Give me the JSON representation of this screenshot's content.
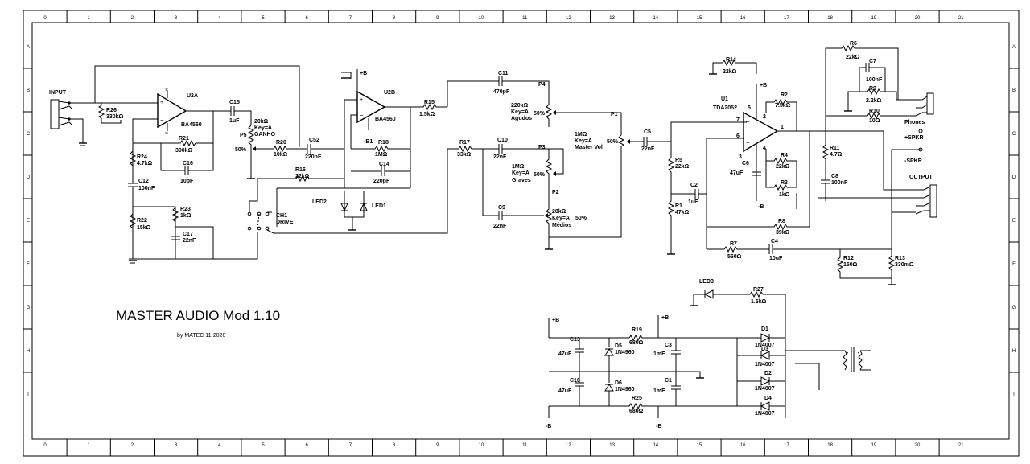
{
  "frame": {
    "columns": [
      "0",
      "1",
      "2",
      "3",
      "4",
      "5",
      "6",
      "7",
      "8",
      "9",
      "10",
      "11",
      "12",
      "13",
      "14",
      "15",
      "16",
      "17",
      "18",
      "19",
      "20",
      "21"
    ],
    "rows": [
      "A",
      "B",
      "C",
      "D",
      "E",
      "F",
      "G",
      "H",
      "I"
    ]
  },
  "title": "MASTER AUDIO Mod 1.10",
  "subtitle": "by  MATEC  11-2020",
  "rails": {
    "pos": "+B",
    "neg": "-B",
    "neg1": "-B1"
  },
  "labels": {
    "input": "INPUT",
    "r26": "R26",
    "r26v": "330kΩ",
    "u2a": "U2A",
    "u2a_ic": "BA4560",
    "r21": "R21",
    "r21v": "390kΩ",
    "c16": "C16",
    "c16v": "10pF",
    "r24": "R24",
    "r24v": "4.7kΩ",
    "c12": "C12",
    "c12v": "100nF",
    "r22": "R22",
    "r22v": "15kΩ",
    "r23": "R23",
    "r23v": "1kΩ",
    "c17": "C17",
    "c17v": "22nF",
    "c15": "C15",
    "c15v": "1uF",
    "p5": "P5",
    "p5v": "20kΩ",
    "p5k": "Key=A",
    "p5n": "GANHO",
    "p5p": "50%",
    "r20": "R20",
    "r20v": "10kΩ",
    "c52": "C52",
    "c52v": "220nF",
    "r16": "R16",
    "r16v": "22kΩ",
    "ch1": "CH1",
    "ch1n": "DRIVE",
    "led2": "LED2",
    "led1": "LED1",
    "u2b": "U2B",
    "u2b_ic": "BA4560",
    "r18": "R18",
    "r18v": "1MΩ",
    "c14": "C14",
    "c14v": "220pF",
    "r15": "R15",
    "r15v": "1.5kΩ",
    "r17": "R17",
    "r17v": "33kΩ",
    "c11": "C11",
    "c11v": "470pF",
    "c10": "C10",
    "c10v": "22nF",
    "c9": "C9",
    "c9v": "22nF",
    "p4": "P4",
    "p4v": "220kΩ",
    "p4k": "Key=A",
    "p4n": "Agudos",
    "p4p": "50%",
    "p3": "P3",
    "p3v": "1MΩ",
    "p3k": "Key=A",
    "p3n": "Graves",
    "p3p": "50%",
    "p2": "P2",
    "p2v": "20kΩ",
    "p2k": "Key=A",
    "p2n": "Médios",
    "p2p": "50%",
    "p1": "P1",
    "p1v": "1MΩ",
    "p1k": "Key=A",
    "p1n": "Master Vol",
    "p1p": "50%",
    "c5": "C5",
    "c5v": "22nF",
    "r5": "R5",
    "r5v": "22kΩ",
    "r1": "R1",
    "r1v": "47kΩ",
    "c2": "C2",
    "c2v": "1uF",
    "r14": "R14",
    "r14v": "22kΩ",
    "u1": "U1",
    "u1_ic": "TDA2052",
    "r2": "R2",
    "r2v": "7.5kΩ",
    "c6": "C6",
    "c6v": "47uF",
    "r4": "R4",
    "r4v": "22kΩ",
    "r3": "R3",
    "r3v": "1kΩ",
    "r8": "R8",
    "r8v": "39kΩ",
    "r7": "R7",
    "r7v": "560Ω",
    "c4": "C4",
    "c4v": "10uF",
    "r11": "R11",
    "r11v": "4.7Ω",
    "c8": "C8",
    "c8v": "100nF",
    "r6": "R6",
    "r6v": "22kΩ",
    "c7": "C7",
    "c7v": "100nF",
    "r9": "R9",
    "r9v": "2.2kΩ",
    "r10": "R10",
    "r10v": "10Ω",
    "phones": "Phones",
    "spkp": "+SPKR",
    "spkm": "-SPKR",
    "output": "OUTPUT",
    "r12": "R12",
    "r12v": "150Ω",
    "r13": "R13",
    "r13v": "330mΩ",
    "led3": "LED3",
    "r27": "R27",
    "r27v": "1.5kΩ",
    "c13": "C13",
    "c13v": "47uF",
    "c18": "C18",
    "c18v": "47uF",
    "d5": "D5",
    "d5v": "1N4960",
    "d6": "D6",
    "d6v": "1N4960",
    "r19": "R19",
    "r19v": "680Ω",
    "r25": "R25",
    "r25v": "680Ω",
    "c3": "C3",
    "c3v": "1mF",
    "c1": "C1",
    "c1v": "1mF",
    "d1": "D1",
    "d1v": "1N4007",
    "d3": "D3",
    "d3v": "1N4007",
    "d2": "D2",
    "d2v": "1N4007",
    "d4": "D4",
    "d4v": "1N4007",
    "pin1": "1",
    "pin2": "2",
    "pin3": "3",
    "pin4": "4",
    "pin5": "5",
    "pin6": "6",
    "pin7": "7"
  }
}
